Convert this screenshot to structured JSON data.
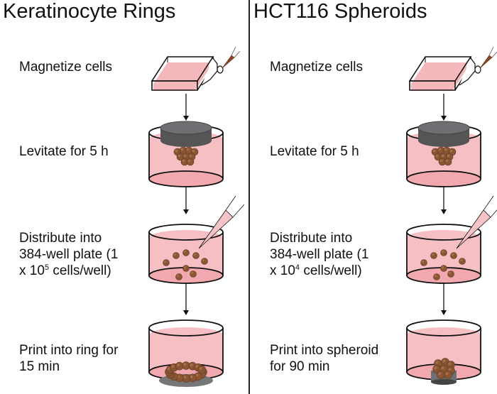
{
  "panels": [
    {
      "title": "Keratinocyte Rings",
      "steps": [
        {
          "line1": "Magnetize cells"
        },
        {
          "line1": "Levitate for 5 h"
        },
        {
          "line1": "Distribute into",
          "line2": "384-well plate (1",
          "line3_pre": "x 10",
          "line3_sup": "5",
          "line3_post": " cells/well)"
        },
        {
          "line1": "Print into ring for",
          "line2": "15 min"
        }
      ],
      "final_shape": "ring"
    },
    {
      "title": "HCT116 Spheroids",
      "steps": [
        {
          "line1": "Magnetize cells"
        },
        {
          "line1": "Levitate for 5 h"
        },
        {
          "line1": "Distribute into",
          "line2": "384-well plate (1",
          "line3_pre": "x 10",
          "line3_sup": "4",
          "line3_post": " cells/well)"
        },
        {
          "line1": "Print into spheroid",
          "line2": "for 90 min"
        }
      ],
      "final_shape": "spheroid"
    }
  ],
  "colors": {
    "media": "#f4b8bc",
    "media_dark": "#ee9aa0",
    "cells": "#8a5533",
    "magnet": "#6e6f72",
    "outline": "#111111"
  }
}
